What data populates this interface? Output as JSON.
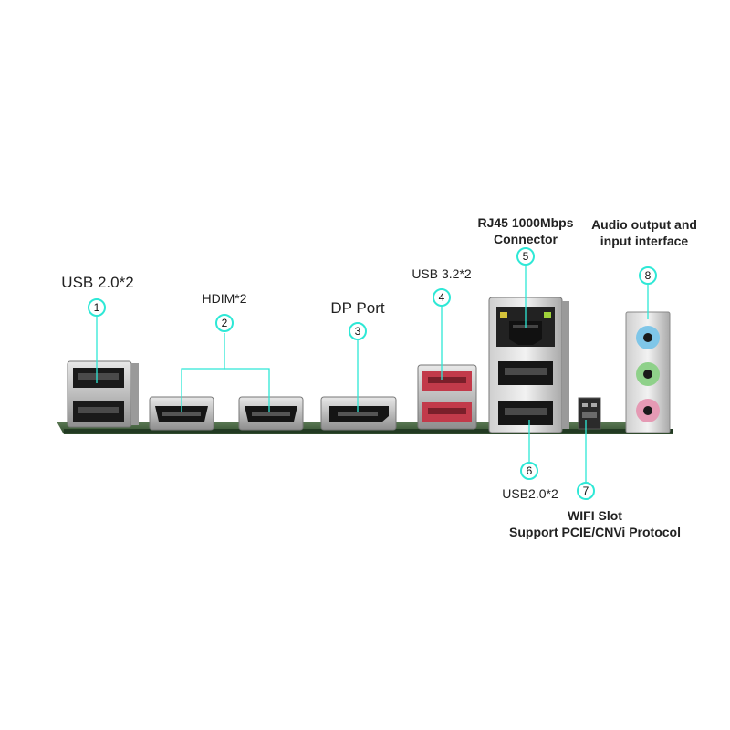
{
  "callouts": [
    {
      "number": "1",
      "label": [
        "USB 2.0*2"
      ]
    },
    {
      "number": "2",
      "label": [
        "HDIM*2"
      ]
    },
    {
      "number": "3",
      "label": [
        "DP Port"
      ]
    },
    {
      "number": "4",
      "label": [
        "USB 3.2*2"
      ]
    },
    {
      "number": "5",
      "label": [
        "RJ45 1000Mbps",
        "Connector"
      ]
    },
    {
      "number": "6",
      "label": [
        "USB2.0*2"
      ]
    },
    {
      "number": "7",
      "label": [
        "WIFI Slot",
        "Support PCIE/CNVi Protocol"
      ]
    },
    {
      "number": "8",
      "label": [
        "Audio output and",
        "input interface"
      ]
    }
  ],
  "colors": {
    "callout_ring": "#2ee8d6",
    "pcb": "#3d5a3a",
    "usb3_red": "#c23a4a",
    "audio_blue": "#7fc6e8",
    "audio_green": "#8fd18a",
    "audio_pink": "#e59ab4"
  }
}
